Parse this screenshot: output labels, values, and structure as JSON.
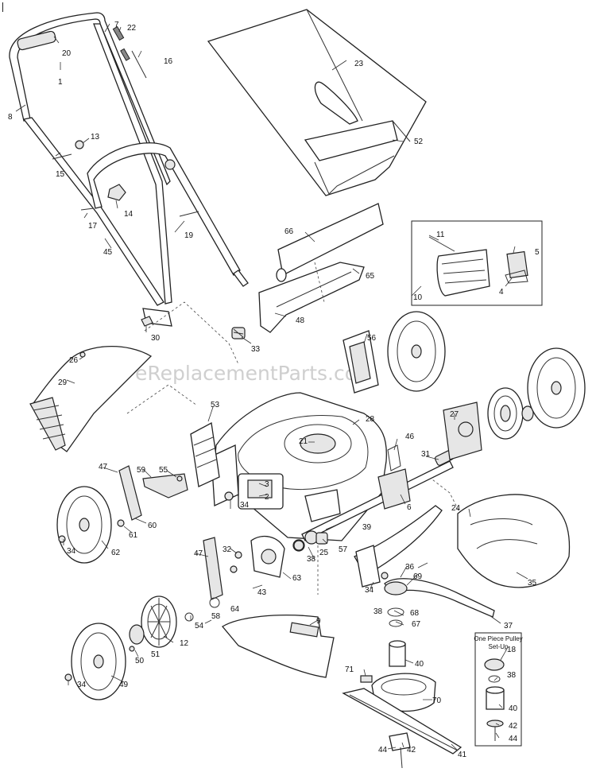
{
  "watermark": "eReplacementParts.com",
  "inset_box_title": [
    "One Piece Pulley",
    "Set-Up"
  ],
  "callouts": {
    "c1": "1",
    "c2": "2",
    "c3": "3",
    "c4": "4",
    "c5": "5",
    "c6": "6",
    "c7": "7",
    "c8": "8",
    "c9": "9",
    "c10": "10",
    "c11": "11",
    "c12": "12",
    "c13": "13",
    "c14": "14",
    "c15": "15",
    "c16": "16",
    "c17": "17",
    "c18": "18",
    "c19": "19",
    "c20": "20",
    "c21": "21",
    "c22": "22",
    "c23": "23",
    "c24": "24",
    "c25": "25",
    "c26": "26",
    "c27": "27",
    "c28": "28",
    "c29": "29",
    "c30": "30",
    "c31": "31",
    "c32": "32",
    "c33": "33",
    "c34": "34",
    "c35": "35",
    "c36": "36",
    "c37": "37",
    "c38": "38",
    "c39": "39",
    "c40": "40",
    "c41": "41",
    "c42": "42",
    "c43": "43",
    "c44": "44",
    "c45": "45",
    "c46": "46",
    "c47": "47",
    "c48": "48",
    "c49": "49",
    "c50": "50",
    "c51": "51",
    "c52": "52",
    "c53": "53",
    "c54": "54",
    "c55": "55",
    "c56": "56",
    "c57": "57",
    "c58": "58",
    "c59": "59",
    "c60": "60",
    "c61": "61",
    "c62": "62",
    "c63": "63",
    "c64": "64",
    "c65": "65",
    "c66": "66",
    "c67": "67",
    "c68": "68",
    "c69": "69",
    "c70": "70",
    "c71": "71"
  }
}
